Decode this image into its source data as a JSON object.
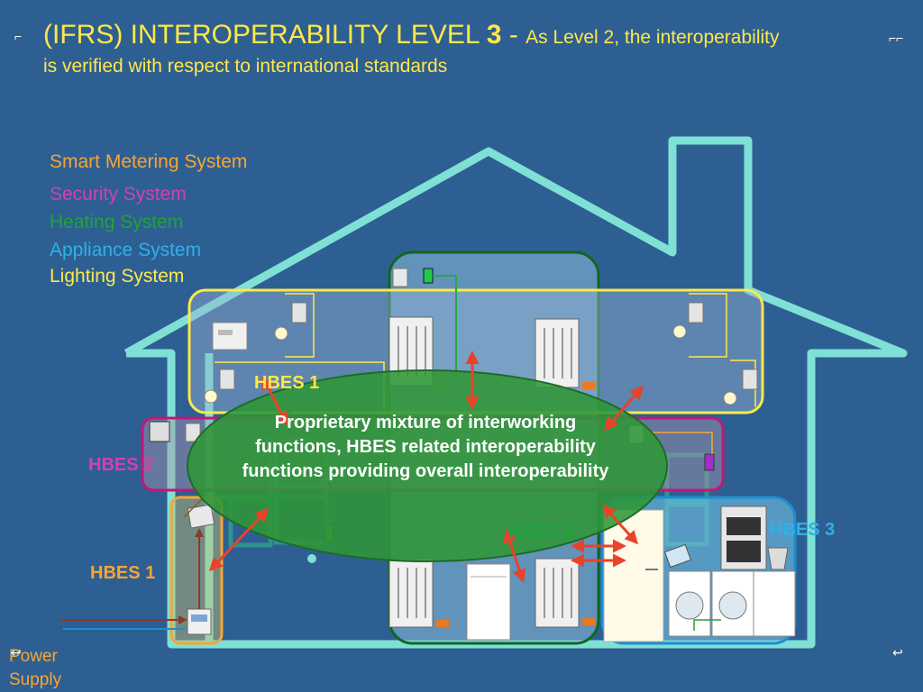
{
  "title": {
    "prefix": "(IFRS) INTEROPERABILITY LEVEL ",
    "number": "3",
    "dash": " - ",
    "subtitle_a": "As Level 2, the interoperability",
    "subtitle_b": "is verified with respect to international standards"
  },
  "legend": [
    {
      "label": "Smart Metering System",
      "color": "#f7a535"
    },
    {
      "label": "Security System",
      "color": "#d63fb0"
    },
    {
      "label": "Heating System",
      "color": "#1fa33c"
    },
    {
      "label": "Appliance System",
      "color": "#2fb0e8"
    },
    {
      "label": "Lighting System",
      "color": "#ffe84a"
    }
  ],
  "hbes_labels": {
    "lighting": "HBES 1",
    "security": "HBES 2",
    "heating": "HBES 3",
    "appliance": "HBES 3",
    "metering": "HBES 1"
  },
  "center_text": "Proprietary mixture of interworking functions, HBES related interoperability functions providing overall interoperability",
  "power_supply": "Power Supply",
  "colors": {
    "background": "#2e5f92",
    "house_outline": "#7fe0d6",
    "ellipse": "#2f8f3a",
    "arrow": "#e8432a",
    "lighting": "#ffe84a",
    "security": "#c0187a",
    "heating": "#116622",
    "appliance": "#2fb0e8",
    "metering": "#f7a535"
  }
}
